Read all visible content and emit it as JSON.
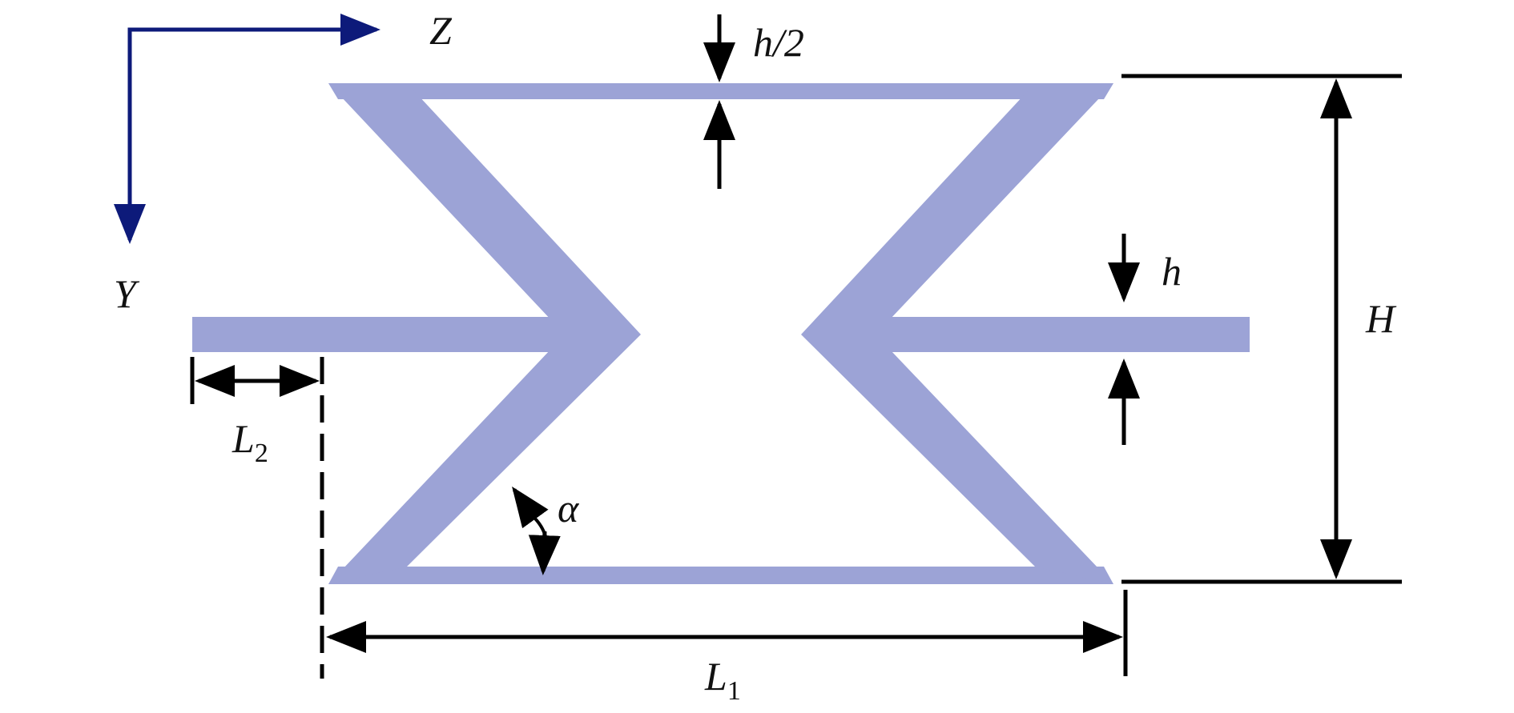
{
  "colors": {
    "shape": "#9ca3d6",
    "axis": "#0d1a7a",
    "dimension": "#000000"
  },
  "labels": {
    "axis_z": "Z",
    "axis_y": "Y",
    "half_thickness": "h/2",
    "thickness": "h",
    "height": "H",
    "length_1_base": "L",
    "length_1_sub": "1",
    "length_2_base": "L",
    "length_2_sub": "2",
    "angle": "α"
  }
}
